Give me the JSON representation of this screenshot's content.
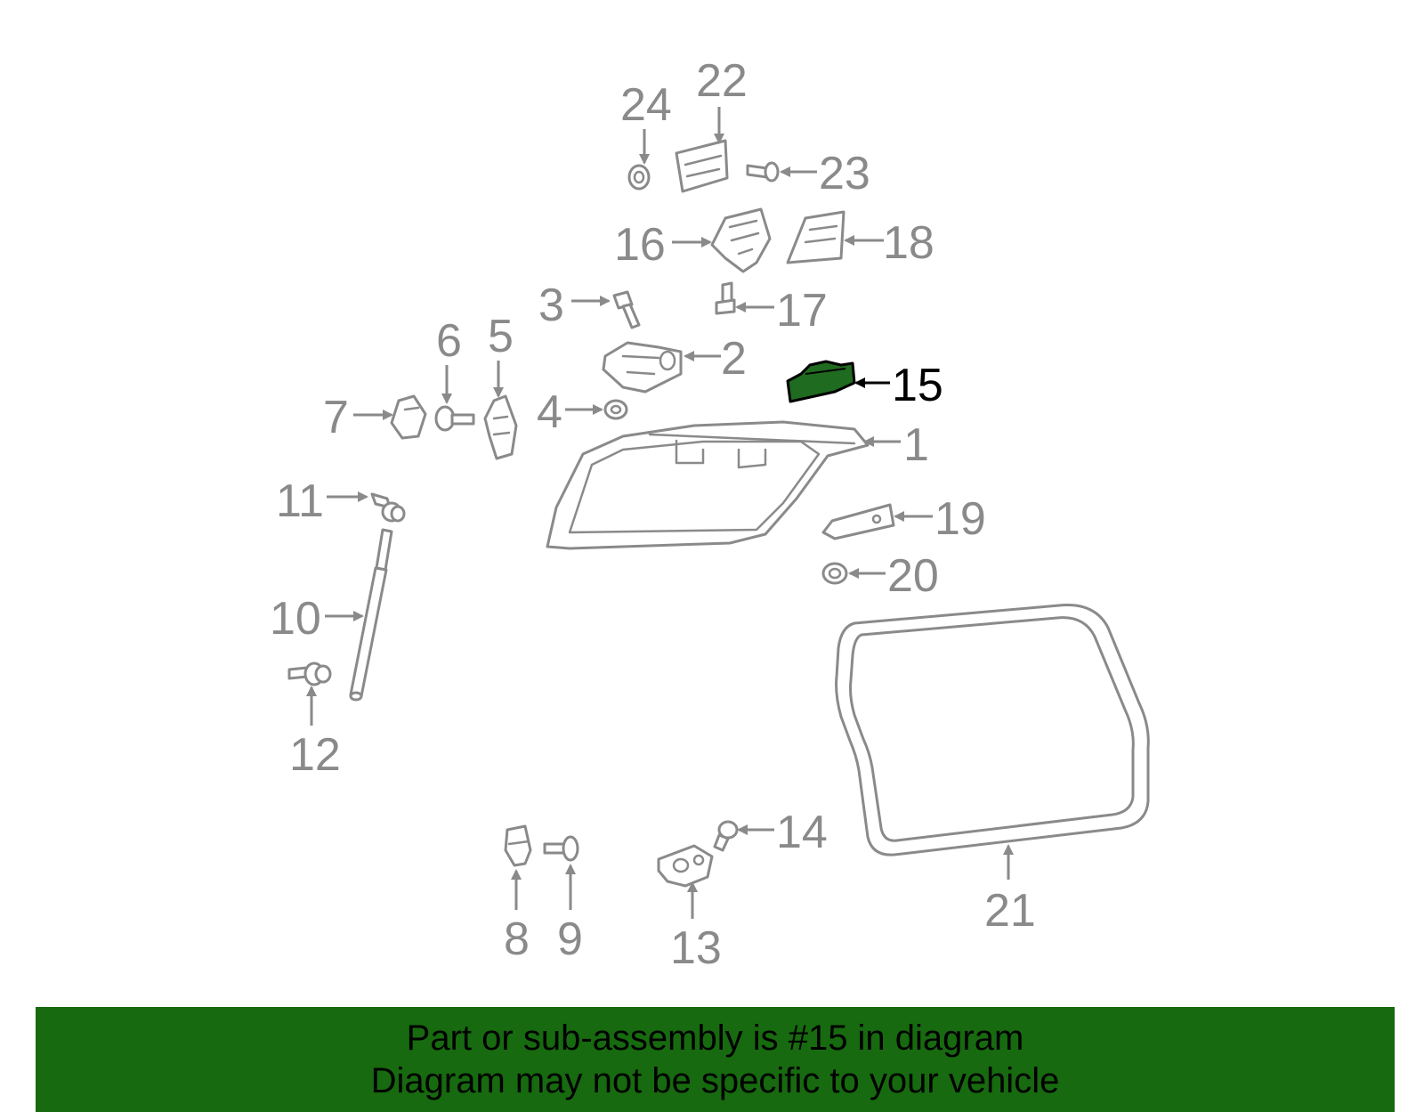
{
  "diagram": {
    "highlight_color": "#1f6b1f",
    "line_color": "#8a8a8a",
    "callouts": {
      "c1": "1",
      "c2": "2",
      "c3": "3",
      "c4": "4",
      "c5": "5",
      "c6": "6",
      "c7": "7",
      "c8": "8",
      "c9": "9",
      "c10": "10",
      "c11": "11",
      "c12": "12",
      "c13": "13",
      "c14": "14",
      "c15": "15",
      "c16": "16",
      "c17": "17",
      "c18": "18",
      "c19": "19",
      "c20": "20",
      "c21": "21",
      "c22": "22",
      "c23": "23",
      "c24": "24"
    },
    "highlighted_part": "15"
  },
  "banner": {
    "background": "#176a0f",
    "line1": "Part or sub-assembly is #15 in diagram",
    "line2": "Diagram may not be specific to your vehicle"
  }
}
